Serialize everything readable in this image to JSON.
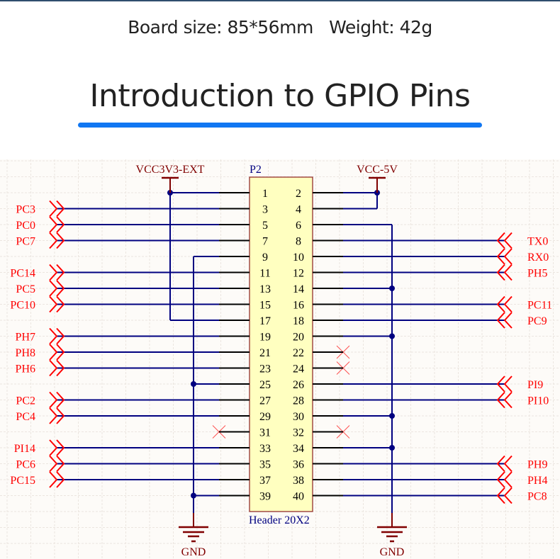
{
  "header": {
    "board_info": "Board size: 85*56mm   Weight: 42g",
    "title": "Introduction to GPIO Pins"
  },
  "colors": {
    "accent": "#1177f2",
    "wire": "#000080",
    "net_label": "#ff0000",
    "power": "#800000",
    "header_fill": "#ffffc0",
    "grid": "#ece6e0"
  },
  "schematic": {
    "designator": "P2",
    "component": "Header 20X2",
    "power_left": "VCC3V3-EXT",
    "power_right": "VCC-5V",
    "ground_left": "GND",
    "ground_right": "GND",
    "pins": [
      {
        "odd": "1",
        "even": "2",
        "left": "VCC3V3-EXT",
        "right": "VCC-5V"
      },
      {
        "odd": "3",
        "even": "4",
        "left": "PC3",
        "right": "VCC-5V"
      },
      {
        "odd": "5",
        "even": "6",
        "left": "PC0",
        "right": "GND"
      },
      {
        "odd": "7",
        "even": "8",
        "left": "PC7",
        "right": "TX0"
      },
      {
        "odd": "9",
        "even": "10",
        "left": "GND",
        "right": "RX0"
      },
      {
        "odd": "11",
        "even": "12",
        "left": "PC14",
        "right": "PH5"
      },
      {
        "odd": "13",
        "even": "14",
        "left": "PC5",
        "right": "GND"
      },
      {
        "odd": "15",
        "even": "16",
        "left": "PC10",
        "right": "PC11"
      },
      {
        "odd": "17",
        "even": "18",
        "left": "VCC3V3-EXT",
        "right": "PC9"
      },
      {
        "odd": "19",
        "even": "20",
        "left": "PH7",
        "right": "GND"
      },
      {
        "odd": "21",
        "even": "22",
        "left": "PH8",
        "right": "NC"
      },
      {
        "odd": "23",
        "even": "24",
        "left": "PH6",
        "right": "NC"
      },
      {
        "odd": "25",
        "even": "26",
        "left": "GND",
        "right": "PI9"
      },
      {
        "odd": "27",
        "even": "28",
        "left": "PC2",
        "right": "PI10"
      },
      {
        "odd": "29",
        "even": "30",
        "left": "PC4",
        "right": "GND"
      },
      {
        "odd": "31",
        "even": "32",
        "left": "NC",
        "right": "NC"
      },
      {
        "odd": "33",
        "even": "34",
        "left": "PI14",
        "right": "GND"
      },
      {
        "odd": "35",
        "even": "36",
        "left": "PC6",
        "right": "PH9"
      },
      {
        "odd": "37",
        "even": "38",
        "left": "PC15",
        "right": "PH4"
      },
      {
        "odd": "39",
        "even": "40",
        "left": "GND",
        "right": "PC8"
      }
    ]
  }
}
